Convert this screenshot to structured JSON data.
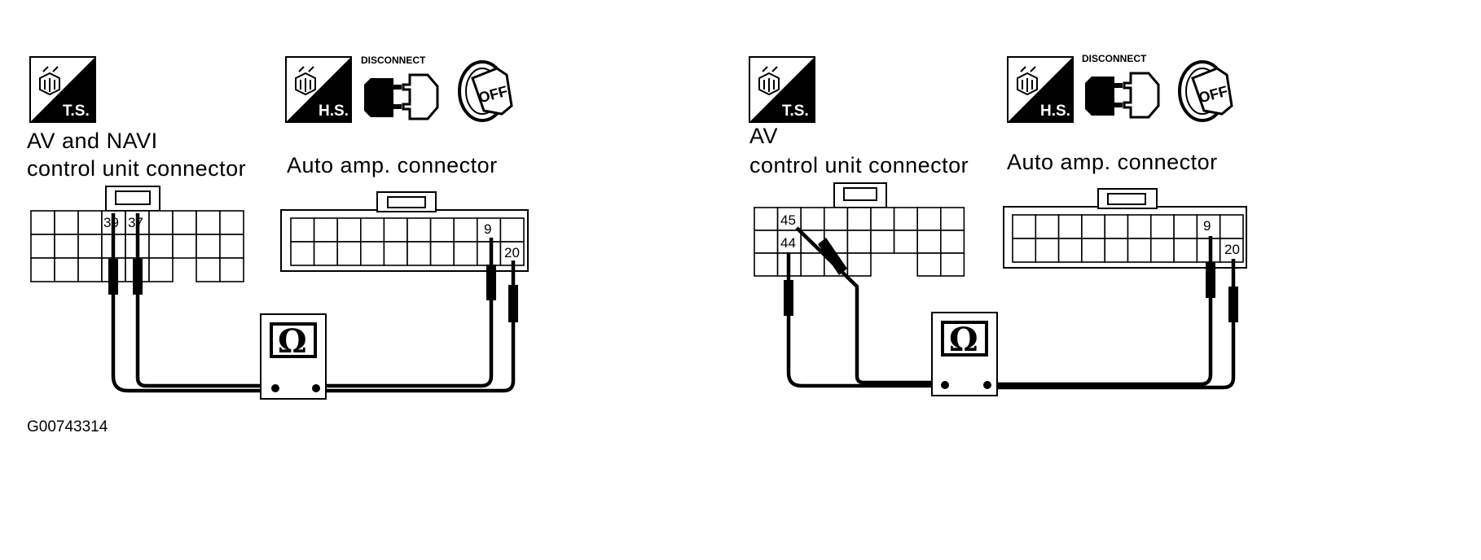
{
  "figure_code": "G00743314",
  "panels": [
    {
      "id": "left",
      "ts_label": "T.S.",
      "hs_label": "H.S.",
      "disconnect_label": "DISCONNECT",
      "key_label": "OFF",
      "connector_a_label_line1": "AV and NAVI",
      "connector_a_label_line2": "control unit connector",
      "connector_b_label": "Auto amp. connector",
      "pin_a1": "39",
      "pin_a2": "37",
      "pin_b1": "9",
      "pin_b2": "20",
      "meter_symbol": "Ω"
    },
    {
      "id": "right",
      "ts_label": "T.S.",
      "hs_label": "H.S.",
      "disconnect_label": "DISCONNECT",
      "key_label": "OFF",
      "connector_a_label_line1": "AV",
      "connector_a_label_line2": "control unit connector",
      "connector_b_label": "Auto amp. connector",
      "pin_a1": "45",
      "pin_a2": "44",
      "pin_b1": "9",
      "pin_b2": "20",
      "meter_symbol": "Ω"
    }
  ]
}
